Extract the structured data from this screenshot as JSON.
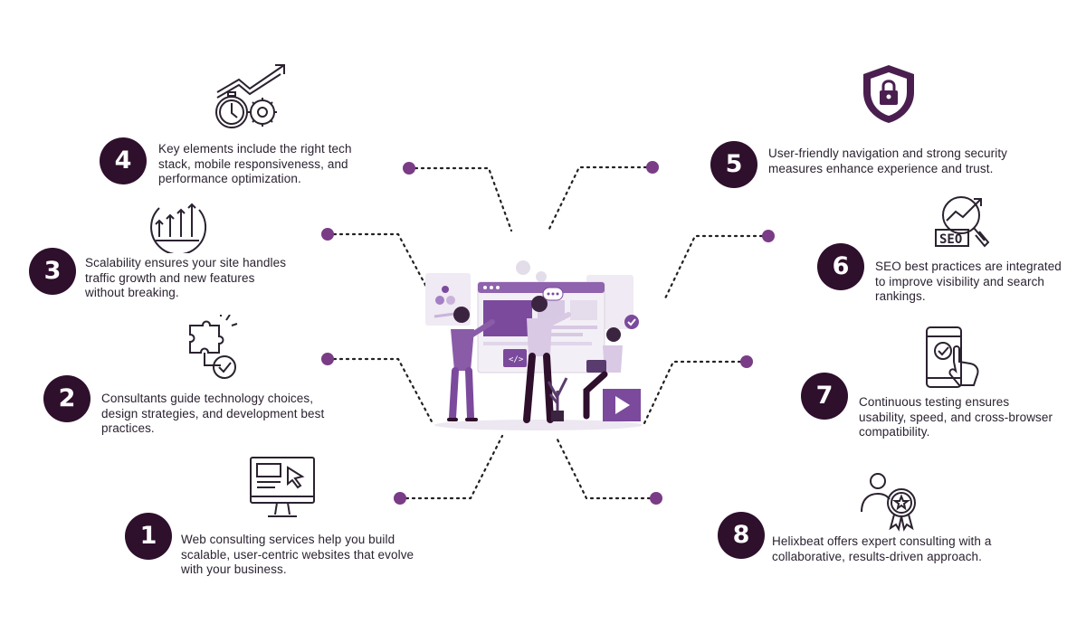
{
  "items": [
    {
      "number": "1",
      "text_lines": [
        "Web consulting services help you build",
        "scalable, user-centric websites that evolve",
        "with your business."
      ],
      "icon": "monitor-cursor-icon"
    },
    {
      "number": "2",
      "text_lines": [
        "Consultants guide technology choices,",
        "design strategies, and development best",
        "practices."
      ],
      "icon": "puzzle-check-icon"
    },
    {
      "number": "3",
      "text_lines": [
        "Scalability ensures your site handles",
        "traffic growth and new features",
        "without breaking."
      ],
      "icon": "growth-arrows-icon"
    },
    {
      "number": "4",
      "text_lines": [
        "Key elements include the right tech",
        "stack, mobile responsiveness, and",
        "performance optimization."
      ],
      "icon": "stopwatch-gear-growth-icon"
    },
    {
      "number": "5",
      "text_lines": [
        "User-friendly navigation and strong security",
        "measures enhance experience and trust."
      ],
      "icon": "shield-lock-icon"
    },
    {
      "number": "6",
      "text_lines": [
        "SEO best practices are integrated",
        "to improve visibility and search",
        "rankings."
      ],
      "icon": "seo-magnifier-icon",
      "icon_label": "SEO"
    },
    {
      "number": "7",
      "text_lines": [
        "Continuous testing ensures",
        "usability, speed, and cross-browser",
        "compatibility."
      ],
      "icon": "phone-tap-icon"
    },
    {
      "number": "8",
      "text_lines": [
        "Helixbeat offers expert consulting with a",
        "collaborative, results-driven approach."
      ],
      "icon": "user-award-icon"
    }
  ],
  "colors": {
    "badge": "#2e0f2c",
    "dot": "#7a3c86",
    "accent": "#8a5ca8",
    "text": "#2b2230"
  }
}
